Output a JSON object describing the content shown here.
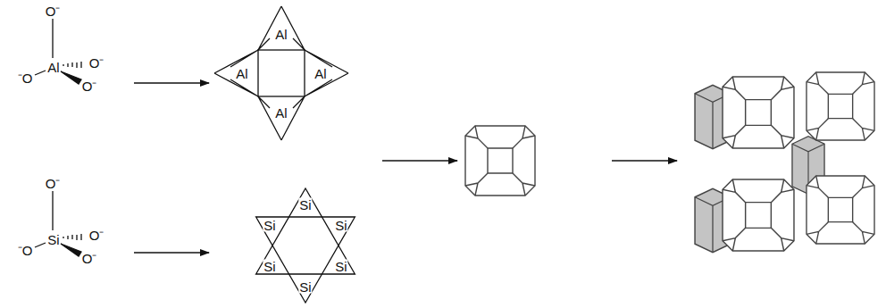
{
  "diagram": {
    "nodes": [
      {
        "text": [
          "O⁻",
          "⁻O",
          "Al",
          "O⁻",
          "O⁻"
        ]
      },
      {
        "text": [
          "Al",
          "Al",
          "Al",
          "Al"
        ]
      },
      {
        "text": [
          "O⁻",
          "⁻O",
          "Si",
          "O⁻",
          "O⁻"
        ]
      },
      {
        "text": [
          "Si",
          "Si",
          "Si",
          "Si",
          "Si",
          "Si"
        ]
      }
    ],
    "edges": [
      {
        "from": 0,
        "to": 1,
        "arrow": "to"
      },
      {
        "from": 2,
        "to": 3,
        "arrow": "to"
      }
    ]
  }
}
